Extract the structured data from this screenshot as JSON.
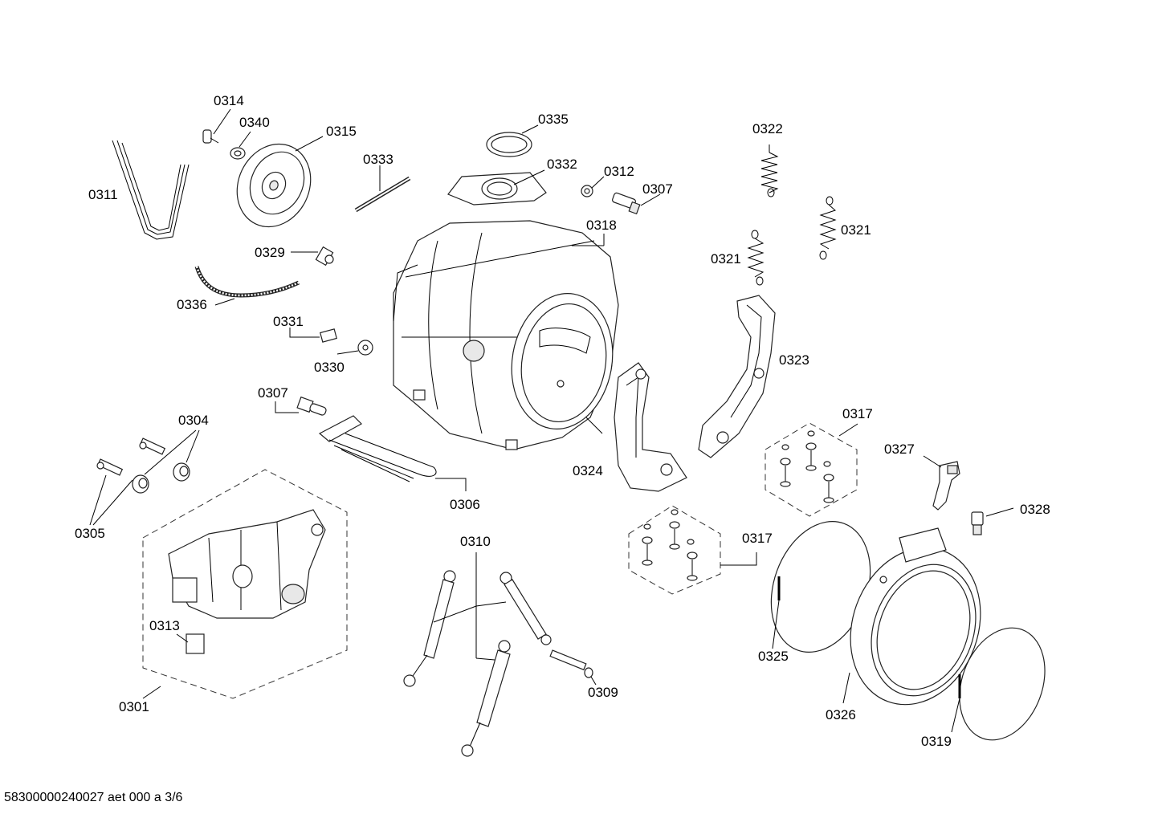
{
  "diagram": {
    "labels": {
      "p0314": "0314",
      "p0340": "0340",
      "p0315": "0315",
      "p0311": "0311",
      "p0333": "0333",
      "p0335": "0335",
      "p0332": "0332",
      "p0312": "0312",
      "p0307a": "0307",
      "p0318": "0318",
      "p0322": "0322",
      "p0321a": "0321",
      "p0321b": "0321",
      "p0329": "0329",
      "p0336": "0336",
      "p0331": "0331",
      "p0330": "0330",
      "p0323": "0323",
      "p0307b": "0307",
      "p0304": "0304",
      "p0306": "0306",
      "p0324": "0324",
      "p0317a": "0317",
      "p0327": "0327",
      "p0305": "0305",
      "p0310": "0310",
      "p0328": "0328",
      "p0317b": "0317",
      "p0313": "0313",
      "p0325": "0325",
      "p0309": "0309",
      "p0326": "0326",
      "p0301": "0301",
      "p0319": "0319"
    },
    "footer": "58300000240027 aet 000 a 3/6"
  }
}
